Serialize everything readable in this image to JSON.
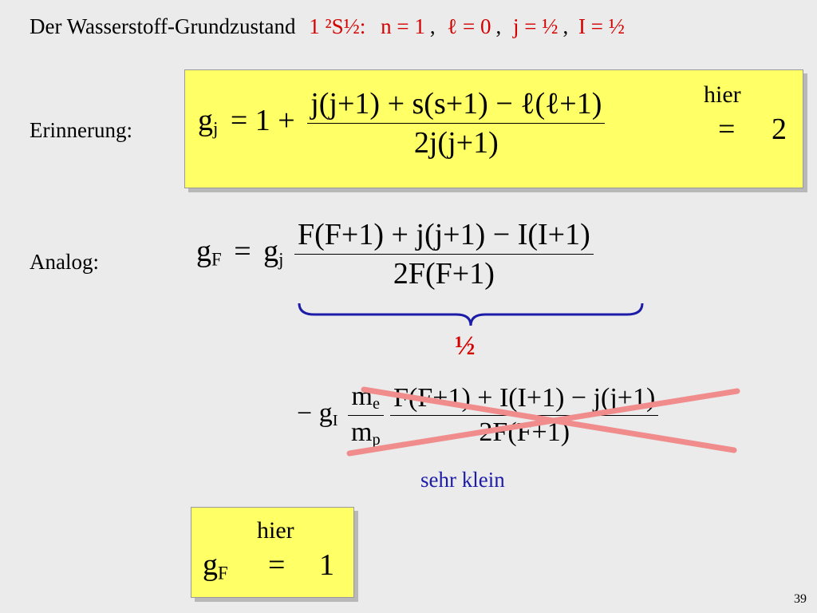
{
  "header": {
    "title_text": "Der Wasserstoff-Grundzustand",
    "term_symbol": "1 ²S½:",
    "quantum_n": "n = 1",
    "quantum_l": "ℓ = 0",
    "quantum_j": "j = ½",
    "quantum_I": "I = ½",
    "sep": ","
  },
  "reminder": {
    "label": "Erinnerung:",
    "lhs": "g",
    "lhs_sub": "j",
    "equals_one_plus": "= 1 +",
    "numerator": "j(j+1) + s(s+1) − ℓ(ℓ+1)",
    "denominator": "2j(j+1)",
    "hier": "hier",
    "equals": "=",
    "result": "2"
  },
  "analog": {
    "label": "Analog:",
    "lhs": "g",
    "lhs_sub": "F",
    "equals": "=",
    "gj": "g",
    "gj_sub": "j",
    "numerator": "F(F+1) + j(j+1) − I(I+1)",
    "denominator": "2F(F+1)",
    "brace_value": "½"
  },
  "nuclear_term": {
    "minus": "−",
    "gI": "g",
    "gI_sub": "I",
    "me": "m",
    "me_sub": "e",
    "mp": "m",
    "mp_sub": "p",
    "numerator": "F(F+1) + I(I+1) − j(j+1)",
    "denominator": "2F(F+1)",
    "note": "sehr klein"
  },
  "result_box": {
    "hier": "hier",
    "lhs": "g",
    "lhs_sub": "F",
    "equals": "=",
    "result": "1"
  },
  "page_number": "39",
  "colors": {
    "background": "#ebebeb",
    "highlight_box": "#ffff66",
    "red": "#d40000",
    "blue": "#1c1ca8",
    "cross": "#f08c8c"
  }
}
